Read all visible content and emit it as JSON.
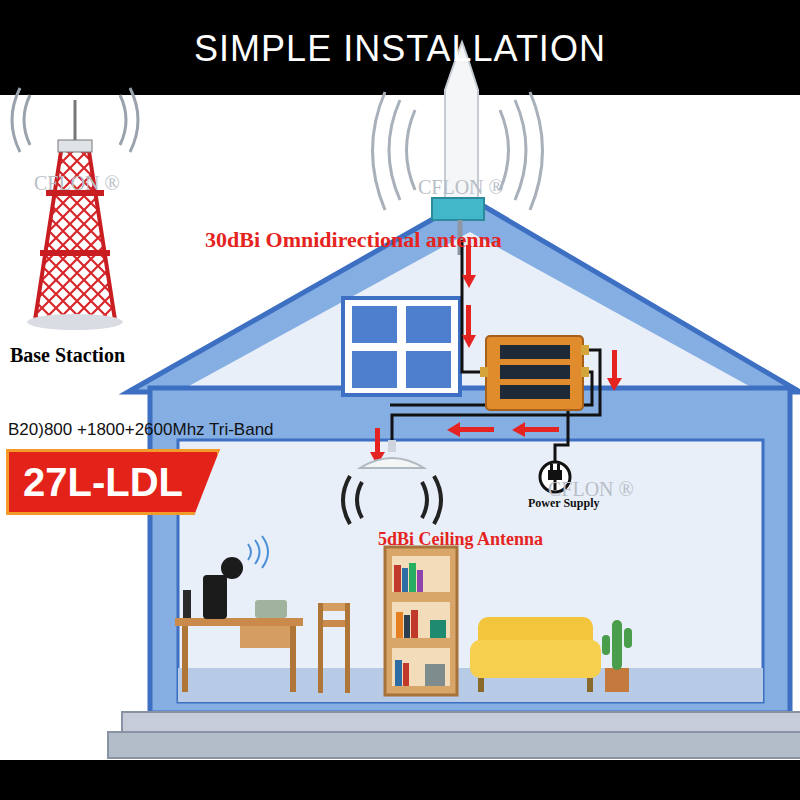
{
  "diagram": {
    "title": "SIMPLE INSTALLATION",
    "nodes": [
      {
        "text": [
          "27L-LDL"
        ]
      }
    ],
    "labels": [
      "Base Staction",
      "30dBi Omnidirectional antenna",
      "B20)800 +1800+2600Mhz Tri-Band",
      "5dBi Ceiling Antenna",
      "Power Supply",
      "CFLON ®",
      "CFLON ®",
      "CFLON ®"
    ]
  }
}
